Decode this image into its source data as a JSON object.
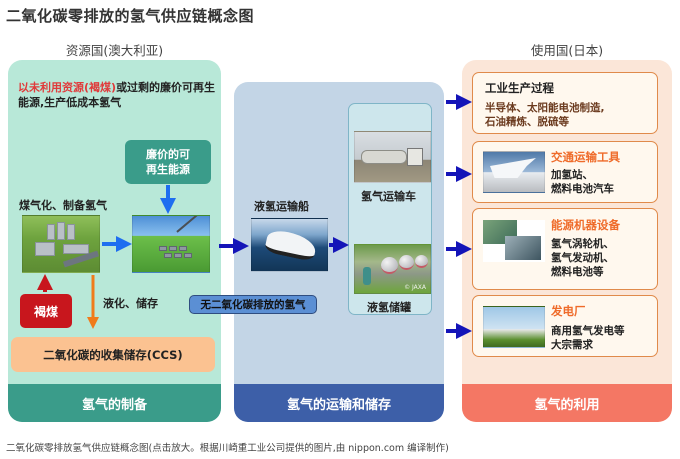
{
  "title": "二氧化碳零排放的氢气供应链概念图",
  "columns": {
    "source": "资源国(澳大利亚)",
    "destination": "使用国(日本)"
  },
  "production": {
    "intro_highlight": "以未利用资源(褐煤)",
    "intro_rest": "或过剩的廉价可再生能源,生产低成本氢气",
    "renewable_line1": "廉价的可",
    "renewable_line2": "再生能源",
    "coal_gasification": "煤气化、制备氢气",
    "brown_coal": "褐煤",
    "liquefy_store": "液化、储存",
    "ccs": "二氧化碳的收集储存(CCS)",
    "footer": "氢气的制备"
  },
  "transport": {
    "co2_free_label": "无二氧化碳排放的氢气",
    "ship": "液氢运输船",
    "truck": "氢气运输车",
    "tank": "液氢储罐",
    "tank_credit": "© JAXA",
    "footer": "氢气的运输和储存"
  },
  "usage": {
    "cards": [
      {
        "title": "工业生产过程",
        "desc1": "半导体、太阳能电池制造,",
        "desc2": "石油精炼、脱硫等",
        "desc3": ""
      },
      {
        "title": "交通运输工具",
        "desc1": "加氢站、",
        "desc2": "燃料电池汽车",
        "desc3": ""
      },
      {
        "title": "能源机器设备",
        "desc1": "氢气涡轮机、",
        "desc2": "氢气发动机、",
        "desc3": "燃料电池等"
      },
      {
        "title": "发电厂",
        "desc1": "商用氢气发电等",
        "desc2": "大宗需求",
        "desc3": ""
      }
    ],
    "footer": "氢气的利用"
  },
  "caption": "二氧化碳零排放氢气供应链概念图(点击放大。根据川崎重工业公司提供的图片,由 nippon.com 编译制作)",
  "colors": {
    "production": "#3a9c8a",
    "transport": "#3d5fa8",
    "usage": "#f47764",
    "arrow_blue": "#1414b8",
    "arrow_orange": "#f07b1a",
    "arrow_red": "#c8161d",
    "highlight_red": "#e03b3b"
  }
}
